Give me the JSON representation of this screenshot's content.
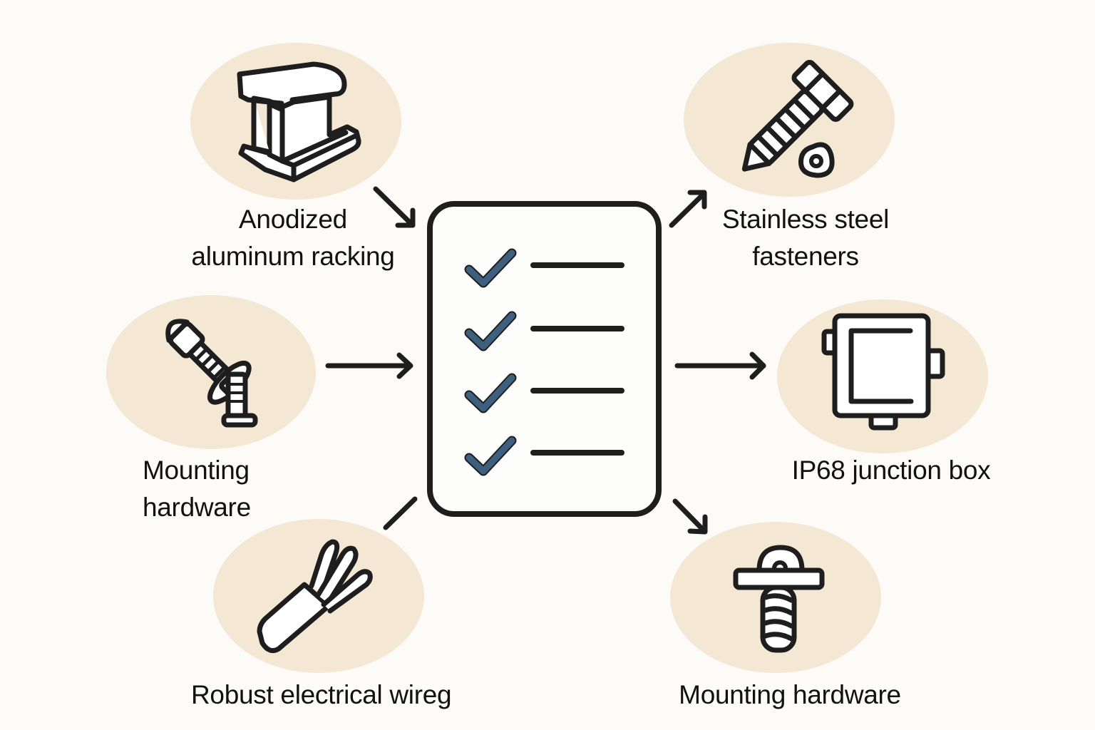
{
  "colors": {
    "background": "#fcfbf7",
    "blob": "#f4e8d4",
    "outline": "#1e1e1e",
    "checkmark": "#3f5f7f",
    "checklist_bg": "#fdfdfb"
  },
  "center": {
    "name": "checklist",
    "icon": "checklist-icon",
    "items": [
      {
        "checked": true
      },
      {
        "checked": true
      },
      {
        "checked": true
      },
      {
        "checked": true
      }
    ]
  },
  "nodes": [
    {
      "id": "anodized-aluminum-racking",
      "icon": "aluminum-rail-icon",
      "lines": [
        "Anodized",
        "aluminum racking"
      ],
      "arrow": "into-checklist"
    },
    {
      "id": "mounting-hardware-left",
      "icon": "bolts-icon",
      "lines": [
        "Mounting",
        "hardware"
      ],
      "arrow": "into-checklist"
    },
    {
      "id": "robust-electrical-wiring",
      "icon": "wire-bundle-icon",
      "lines": [
        "Robust electrical wireg"
      ],
      "arrow": "line-to-checklist"
    },
    {
      "id": "stainless-steel-fasteners",
      "icon": "screw-and-washer-icon",
      "lines": [
        "Stainless steel",
        "fasteners"
      ],
      "arrow": "out-of-checklist"
    },
    {
      "id": "ip68-junction-box",
      "icon": "junction-box-icon",
      "lines": [
        "IP68 junction box"
      ],
      "arrow": "out-of-checklist"
    },
    {
      "id": "mounting-hardware-right",
      "icon": "mounting-screw-icon",
      "lines": [
        "Mounting hardware"
      ],
      "arrow": "out-of-checklist"
    }
  ]
}
